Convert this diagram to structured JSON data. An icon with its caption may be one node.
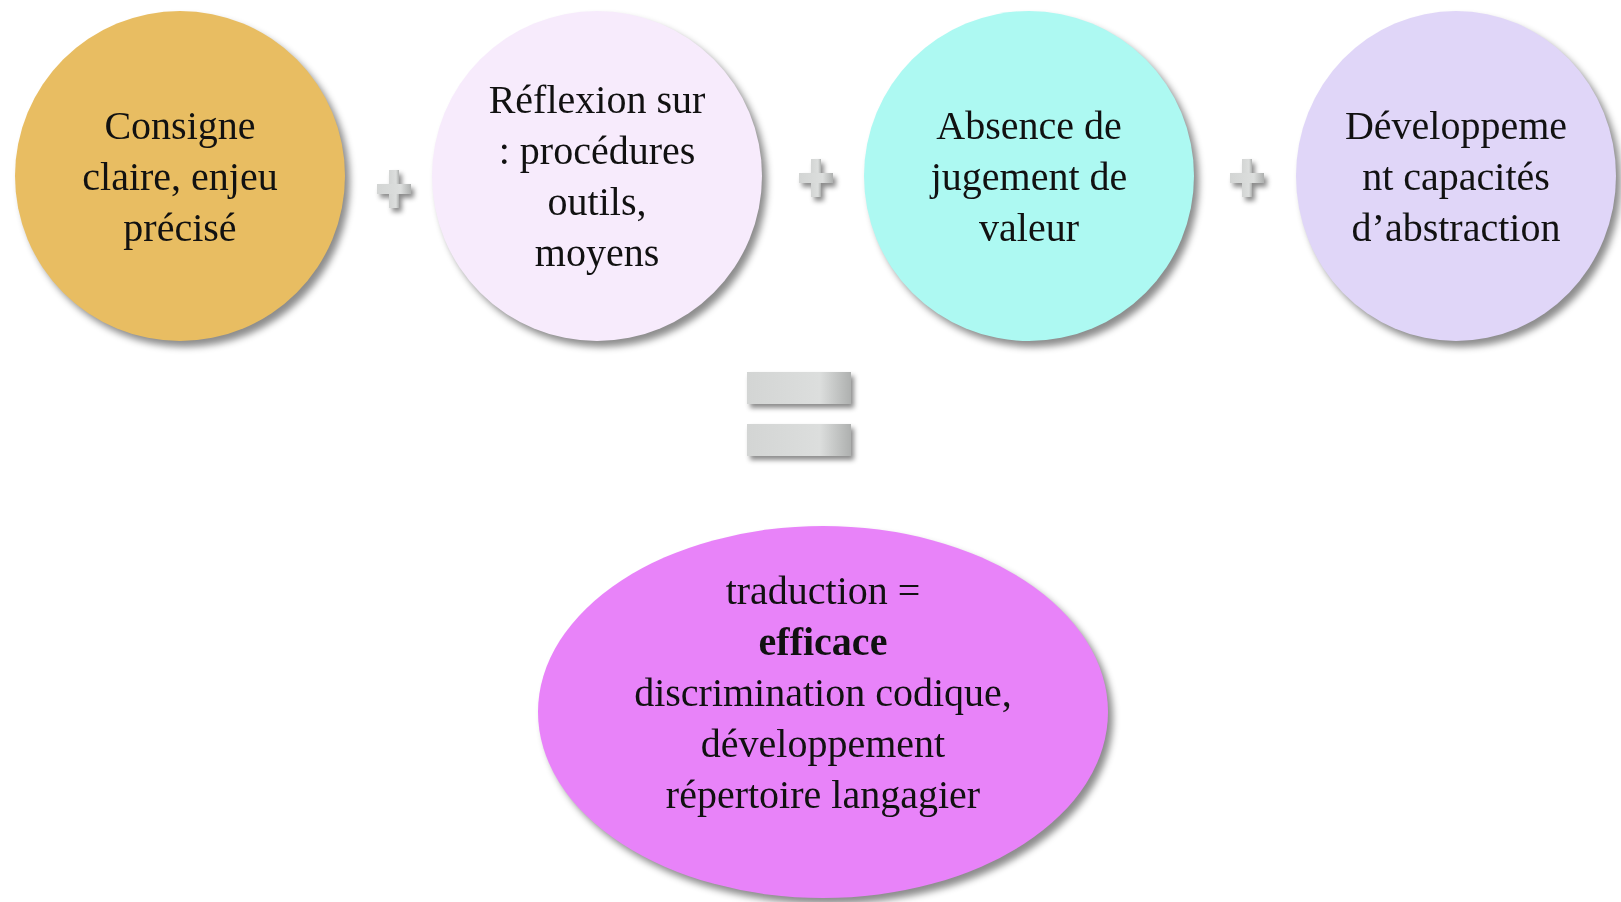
{
  "diagram": {
    "nodes": [
      {
        "text": [
          "Consigne claire, enjeu précisé"
        ]
      },
      {
        "text": [
          "Réflexion sur : procédures outils, moyens"
        ]
      },
      {
        "text": [
          "Absence de jugement de valeur"
        ]
      },
      {
        "text": [
          "Développement capacités d’abstraction"
        ]
      },
      {
        "text": [
          "traduction = **efficace**",
          "discrimination codique, développement répertoire langagier"
        ]
      }
    ]
  }
}
